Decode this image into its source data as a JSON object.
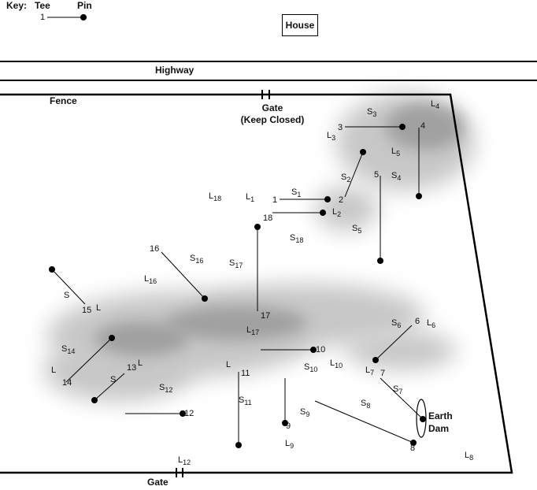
{
  "key": {
    "title": "Key:",
    "tee": "Tee",
    "pin": "Pin",
    "example": "1"
  },
  "house": "House",
  "highway": "Highway",
  "fence": "Fence",
  "gate_top": {
    "line1": "Gate",
    "line2": "(Keep Closed)"
  },
  "gate_bottom": "Gate",
  "earth_dam": {
    "line1": "Earth",
    "line2": "Dam"
  },
  "holes": [
    {
      "num": "1",
      "tee": "1",
      "pin": "",
      "S": "S",
      "Ssub": "1",
      "L": "L",
      "Lsub": "1"
    },
    {
      "num": "2",
      "tee": "2",
      "pin": "",
      "S": "S",
      "Ssub": "2",
      "L": "L",
      "Lsub": "2"
    },
    {
      "num": "3",
      "tee": "3",
      "pin": "",
      "S": "S",
      "Ssub": "3",
      "L": "L",
      "Lsub": "3"
    },
    {
      "num": "4",
      "tee": "4",
      "pin": "",
      "S": "S",
      "Ssub": "4",
      "L": "L",
      "Lsub": "4"
    },
    {
      "num": "5",
      "tee": "5",
      "pin": "",
      "S": "S",
      "Ssub": "5",
      "L": "L",
      "Lsub": "5"
    },
    {
      "num": "6",
      "tee": "6",
      "pin": "",
      "S": "S",
      "Ssub": "6",
      "L": "L",
      "Lsub": "6"
    },
    {
      "num": "7",
      "tee": "7",
      "pin": "",
      "S": "S",
      "Ssub": "7",
      "L": "L",
      "Lsub": "7"
    },
    {
      "num": "8",
      "tee": "8",
      "pin": "",
      "S": "S",
      "Ssub": "8",
      "L": "L",
      "Lsub": "8"
    },
    {
      "num": "9",
      "tee": "9",
      "pin": "",
      "S": "S",
      "Ssub": "9",
      "L": "L",
      "Lsub": "9"
    },
    {
      "num": "10",
      "tee": "10",
      "pin": "",
      "S": "S",
      "Ssub": "10",
      "L": "L",
      "Lsub": "10"
    },
    {
      "num": "11",
      "tee": "11",
      "pin": "",
      "S": "S",
      "Ssub": "11",
      "L": "L",
      "Lsub": ""
    },
    {
      "num": "12",
      "tee": "12",
      "pin": "",
      "S": "S",
      "Ssub": "12",
      "L": "L",
      "Lsub": "12"
    },
    {
      "num": "13",
      "tee": "13",
      "pin": "",
      "S": "S",
      "Ssub": "",
      "L": "L",
      "Lsub": ""
    },
    {
      "num": "14",
      "tee": "14",
      "pin": "",
      "S": "S",
      "Ssub": "14",
      "L": "L",
      "Lsub": ""
    },
    {
      "num": "15",
      "tee": "15",
      "pin": "",
      "S": "S",
      "Ssub": "",
      "L": "L",
      "Lsub": ""
    },
    {
      "num": "16",
      "tee": "16",
      "pin": "",
      "S": "S",
      "Ssub": "16",
      "L": "L",
      "Lsub": "16"
    },
    {
      "num": "17",
      "tee": "17",
      "pin": "",
      "S": "S",
      "Ssub": "17",
      "L": "L",
      "Lsub": "17"
    },
    {
      "num": "18",
      "tee": "18",
      "pin": "",
      "S": "S",
      "Ssub": "18",
      "L": "L",
      "Lsub": "18"
    }
  ]
}
